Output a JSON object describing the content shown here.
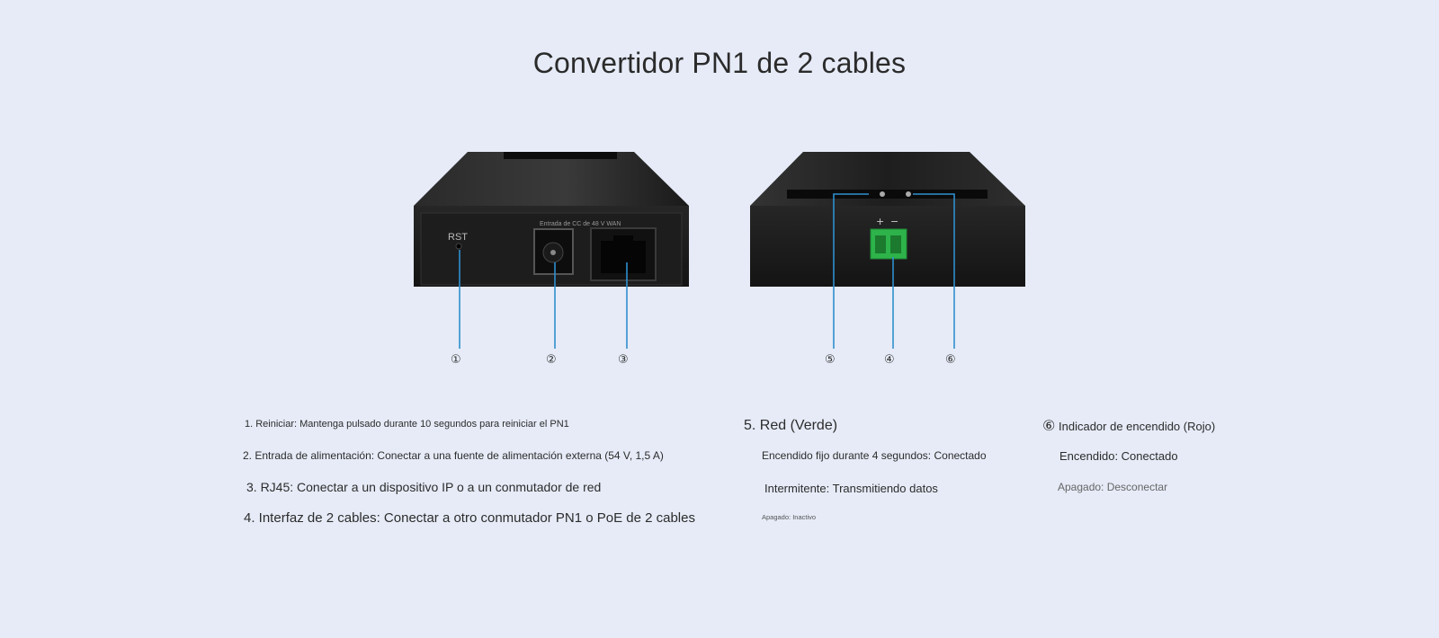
{
  "title": "Convertidor PN1 de 2 cables",
  "device_left": {
    "rst_label": "RST",
    "port_label": "Entrada de CC de 48 V WAN"
  },
  "device_right": {
    "terminal_plus": "+",
    "terminal_minus": "−"
  },
  "callouts": {
    "c1": "①",
    "c2": "②",
    "c3": "③",
    "c4": "④",
    "c5": "⑤",
    "c6": "⑥"
  },
  "descriptions": {
    "item1": "1. Reiniciar: Mantenga pulsado durante 10 segundos para reiniciar el PN1",
    "item2": "2. Entrada de alimentación: Conectar a una fuente de alimentación externa (54 V, 1,5 A)",
    "item3": "3. RJ45: Conectar a un dispositivo IP o a un conmutador de red",
    "item4": "4. Interfaz de 2 cables: Conectar a otro conmutador PN1 o PoE de 2 cables"
  },
  "network_led": {
    "heading": "5. Red (Verde)",
    "state1": "Encendido fijo durante 4 segundos: Conectado",
    "state2": "Intermitente: Transmitiendo datos",
    "state3": "Apagado: Inactivo"
  },
  "power_led": {
    "num": "⑥",
    "heading": "Indicador de encendido (Rojo)",
    "state1": "Encendido: Conectado",
    "state2": "Apagado: Desconectar"
  },
  "colors": {
    "background": "#e6ebf7",
    "callout_line": "#2f8fce",
    "terminal": "#2db34a",
    "device": "#1c1c1c"
  }
}
